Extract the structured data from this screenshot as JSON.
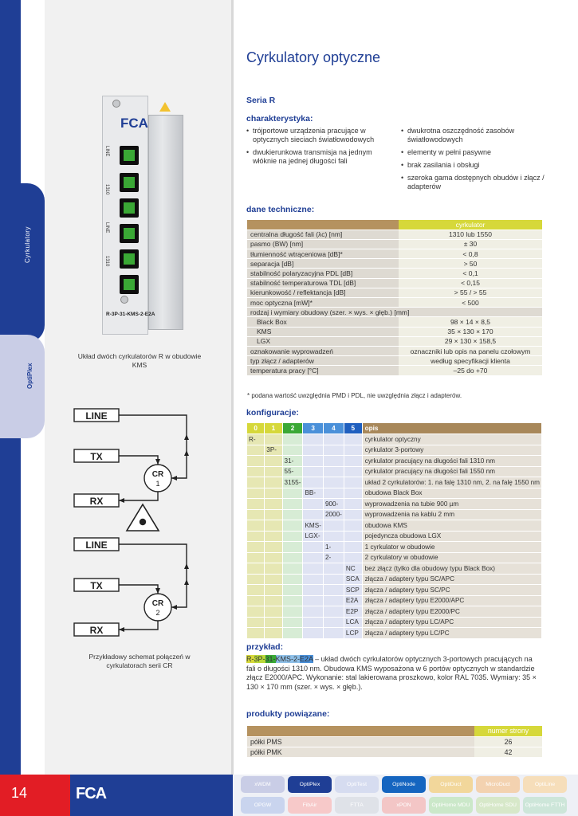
{
  "sidebar": {
    "section": "Cyrkulatory",
    "active": "OptiPlex"
  },
  "page": {
    "number": "14",
    "logo": "FCA"
  },
  "device": {
    "logo": "FCA",
    "port_labels": [
      "LINE",
      "1310",
      "LINE",
      "1310"
    ],
    "model": "R-3P-31-KMS-2-E2A",
    "caption": "Układ dwóch cyrkulatorów R w obudowie KMS"
  },
  "schematic": {
    "labels": {
      "line": "LINE",
      "tx": "TX",
      "rx": "RX",
      "cr": "CR",
      "one": "1",
      "two": "2"
    },
    "caption": "Przykładowy schemat połączeń w cyrkulatorach serii CR"
  },
  "header": {
    "title": "Cyrkulatory optyczne",
    "series": "Seria R"
  },
  "features": {
    "heading": "charakterystyka:",
    "left": [
      "trójportowe urządzenia pracujące w optycznych sieciach światłowodowych",
      "dwukierunkowa transmisja na jednym włóknie na jednej długości fali"
    ],
    "right": [
      "dwukrotna oszczędność zasobów światłowodowych",
      "elementy w pełni pasywne",
      "brak zasilania i obsługi",
      "szeroka gama dostępnych obudów i złącz / adapterów"
    ]
  },
  "tech": {
    "heading": "dane techniczne:",
    "col_header": "cyrkulator",
    "rows": [
      [
        "centralna długość fali (λc) [nm]",
        "1310 lub 1550",
        false
      ],
      [
        "pasmo (BW) [nm]",
        "± 30",
        false
      ],
      [
        "tłumienność wtrąceniowa [dB]*",
        "< 0,8",
        false
      ],
      [
        "separacja [dB]",
        "> 50",
        false
      ],
      [
        "stabilność polaryzacyjna PDL [dB]",
        "< 0,1",
        false
      ],
      [
        "stabilność temperaturowa TDL [dB]",
        "< 0,15",
        false
      ],
      [
        "kierunkowość / reflektancja [dB]",
        "> 55 / > 55",
        false
      ],
      [
        "moc optyczna [mW]*",
        "< 500",
        false
      ],
      [
        "rodzaj i wymiary obudowy (szer. × wys. × głęb.) [mm]",
        "",
        false
      ],
      [
        "Black Box",
        "98 × 14 × 8,5",
        true
      ],
      [
        "KMS",
        "35 × 130 × 170",
        true
      ],
      [
        "LGX",
        "29 × 130 × 158,5",
        true
      ],
      [
        "oznakowanie wyprowadzeń",
        "oznaczniki lub opis na panelu czołowym",
        false
      ],
      [
        "typ złącz / adapterów",
        "według specyfikacji klienta",
        false
      ],
      [
        "temperatura pracy [°C]",
        "–25 do +70",
        false
      ]
    ],
    "footnote": "* podana wartość uwzględnia PMD i PDL, nie uwzględnia złącz i adapterów."
  },
  "config": {
    "heading": "konfiguracje:",
    "cols": [
      "0",
      "1",
      "2",
      "3",
      "4",
      "5"
    ],
    "desc_header": "opis",
    "rows": [
      [
        0,
        "R-",
        "cyrkulator optyczny"
      ],
      [
        1,
        "3P-",
        "cyrkulator 3-portowy"
      ],
      [
        2,
        "31-",
        "cyrkulator pracujący na długości fali 1310 nm"
      ],
      [
        2,
        "55-",
        "cyrkulator pracujący na długości fali 1550 nm"
      ],
      [
        2,
        "3155-",
        "układ 2 cyrkulatorów: 1. na falę 1310 nm, 2. na falę 1550 nm"
      ],
      [
        3,
        "BB-",
        "obudowa Black Box"
      ],
      [
        4,
        "900-",
        "wyprowadzenia na tubie 900 µm"
      ],
      [
        4,
        "2000-",
        "wyprowadzenia na kablu 2 mm"
      ],
      [
        3,
        "KMS-",
        "obudowa KMS"
      ],
      [
        3,
        "LGX-",
        "pojedyncza obudowa LGX"
      ],
      [
        4,
        "1-",
        "1 cyrkulator w obudowie"
      ],
      [
        4,
        "2-",
        "2 cyrkulatory w obudowie"
      ],
      [
        5,
        "NC",
        "bez złącz (tylko dla obudowy typu Black Box)"
      ],
      [
        5,
        "SCA",
        "złącza / adaptery typu SC/APC"
      ],
      [
        5,
        "SCP",
        "złącza / adaptery typu SC/PC"
      ],
      [
        5,
        "E2A",
        "złącza / adaptery typu E2000/APC"
      ],
      [
        5,
        "E2P",
        "złącza / adaptery typu E2000/PC"
      ],
      [
        5,
        "LCA",
        "złącza / adaptery typu LC/APC"
      ],
      [
        5,
        "LCP",
        "złącza / adaptery typu LC/PC"
      ]
    ]
  },
  "example": {
    "heading": "przykład:",
    "code_parts": [
      "R-",
      "3P-",
      "31-",
      "KMS-",
      "2-",
      "E2A"
    ],
    "text": " – układ dwóch cyrkulatorów optycznych 3-portowych pracujących na fali o długości 1310 nm. Obudowa KMS wyposażona w 6 portów optycznych w standardzie złącz E2000/APC. Wykonanie: stal lakierowana proszkowo, kolor RAL 7035. Wymiary: 35 × 130 × 170 mm (szer. × wys. × głęb.)."
  },
  "related": {
    "heading": "produkty powiązane:",
    "col_header": "numer strony",
    "rows": [
      [
        "półki PMS",
        "26"
      ],
      [
        "półki PMK",
        "42"
      ]
    ]
  },
  "footer_tabs": [
    {
      "label": "xWDM",
      "bg": "#c9cde6",
      "fg": "#ffffff"
    },
    {
      "label": "OptiPlex",
      "bg": "#1f3e95",
      "fg": "#ffffff"
    },
    {
      "label": "OptiTest",
      "bg": "#d6dcf0",
      "fg": "#ffffff"
    },
    {
      "label": "OptiNode",
      "bg": "#1565c0",
      "fg": "#ffffff"
    },
    {
      "label": "OptiDuct",
      "bg": "#f2d79b",
      "fg": "#ffffff"
    },
    {
      "label": "MicroDuct",
      "bg": "#f3d2b0",
      "fg": "#ffffff"
    },
    {
      "label": "OptiLine",
      "bg": "#f6deba",
      "fg": "#ffffff"
    },
    {
      "label": "OPGW",
      "bg": "#c9d4ee",
      "fg": "#ffffff"
    },
    {
      "label": "FibAir",
      "bg": "#f7c9c9",
      "fg": "#ffffff"
    },
    {
      "label": "FTTA",
      "bg": "#dfe2e8",
      "fg": "#ffffff"
    },
    {
      "label": "xPON",
      "bg": "#f3c6c6",
      "fg": "#ffffff"
    },
    {
      "label": "OptiHome MDU",
      "bg": "#cbe8c9",
      "fg": "#ffffff"
    },
    {
      "label": "OptiHome SDU",
      "bg": "#d7e8c9",
      "fg": "#ffffff"
    },
    {
      "label": "OptiHome FTTH",
      "bg": "#cde6d9",
      "fg": "#ffffff"
    }
  ]
}
